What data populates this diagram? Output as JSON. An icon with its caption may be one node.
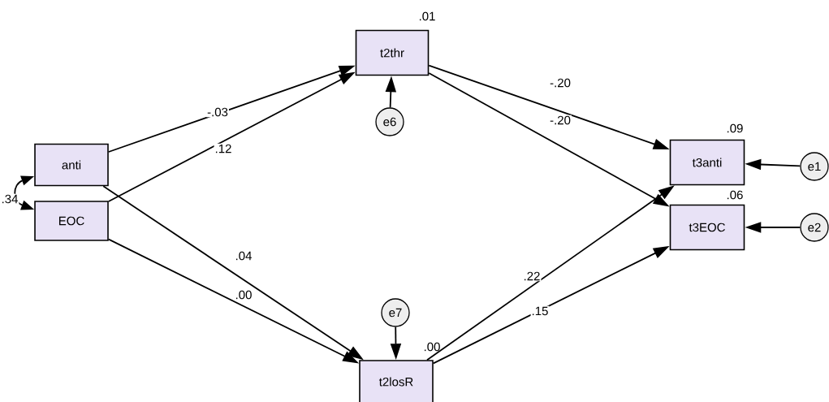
{
  "diagram": {
    "nodes": [
      {
        "text": [
          "t2thr"
        ],
        "beside": [
          ".01"
        ]
      },
      {
        "text": [
          "e6"
        ]
      },
      {
        "text": [
          "anti"
        ]
      },
      {
        "text": [
          "EOC"
        ]
      },
      {
        "text": [
          "t3anti"
        ],
        "beside": [
          ".09"
        ]
      },
      {
        "text": [
          "t3EOC"
        ],
        "beside": [
          ".06"
        ]
      },
      {
        "text": [
          "e1"
        ]
      },
      {
        "text": [
          "e2"
        ]
      },
      {
        "text": [
          "e7"
        ]
      },
      {
        "text": [
          "t2losR"
        ],
        "beside": [
          ".00"
        ]
      }
    ],
    "edges": [
      {
        "from": 2,
        "to": 0,
        "arrow": "to",
        "label": "-.03"
      },
      {
        "from": 3,
        "to": 0,
        "arrow": "to",
        "label": ".12"
      },
      {
        "from": 2,
        "to": 9,
        "arrow": "to",
        "label": ".04"
      },
      {
        "from": 3,
        "to": 9,
        "arrow": "to",
        "label": ".00"
      },
      {
        "from": 0,
        "to": 4,
        "arrow": "to",
        "label": "-.20"
      },
      {
        "from": 0,
        "to": 5,
        "arrow": "to",
        "label": "-.20"
      },
      {
        "from": 9,
        "to": 4,
        "arrow": "to",
        "label": ".22"
      },
      {
        "from": 9,
        "to": 5,
        "arrow": "to",
        "label": ".15"
      },
      {
        "from": 1,
        "to": 0,
        "arrow": "to"
      },
      {
        "from": 8,
        "to": 9,
        "arrow": "to"
      },
      {
        "from": 6,
        "to": 4,
        "arrow": "to"
      },
      {
        "from": 7,
        "to": 5,
        "arrow": "to"
      },
      {
        "from": 2,
        "to": 3,
        "arrow": "both",
        "label": ".34"
      }
    ]
  }
}
